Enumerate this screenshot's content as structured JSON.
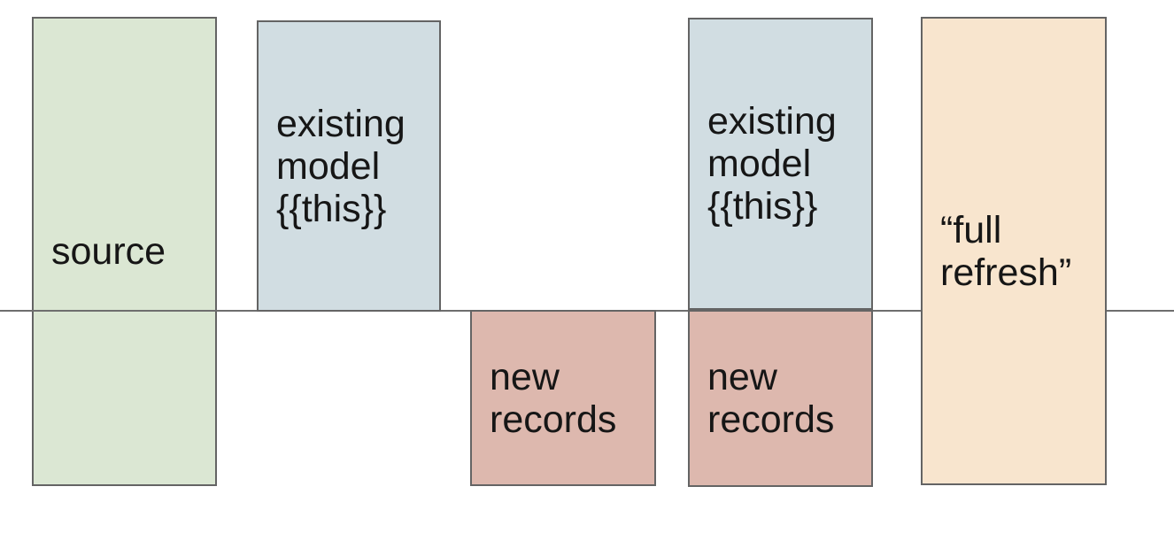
{
  "diagram": {
    "background": "#ffffff",
    "border_color": "#646464",
    "text_color": "#161616",
    "baseline": {
      "color": "#6e6e6e"
    },
    "boxes": [
      {
        "id": "source",
        "label": "source",
        "fill": "#dbe7d3"
      },
      {
        "id": "existing-model-1",
        "label": "existing\nmodel\n{{this}}",
        "fill": "#d1dde2"
      },
      {
        "id": "new-records-1",
        "label": "new\nrecords",
        "fill": "#ddb8ae"
      },
      {
        "id": "existing-model-2",
        "label": "existing\nmodel\n{{this}}",
        "fill": "#d1dde2"
      },
      {
        "id": "new-records-2",
        "label": "new\nrecords",
        "fill": "#ddb8ae"
      },
      {
        "id": "full-refresh",
        "label": "“full\nrefresh”",
        "fill": "#f8e5ce"
      }
    ]
  }
}
